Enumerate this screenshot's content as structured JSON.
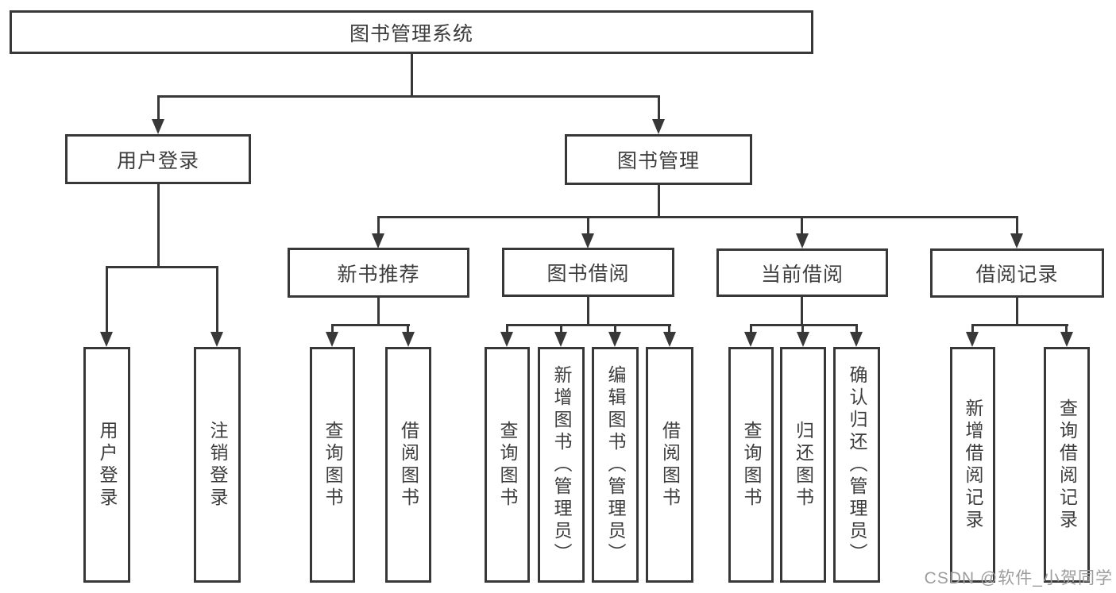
{
  "tree": {
    "root": {
      "label": "图书管理系统"
    },
    "level2": [
      {
        "label": "用户登录",
        "children": [
          {
            "label": "用户登录"
          },
          {
            "label": "注销登录"
          }
        ]
      },
      {
        "label": "图书管理",
        "children": [
          {
            "label": "新书推荐",
            "children": [
              {
                "label": "查询图书"
              },
              {
                "label": "借阅图书"
              }
            ]
          },
          {
            "label": "图书借阅",
            "children": [
              {
                "label": "查询图书"
              },
              {
                "label": "新增图书（管理员）"
              },
              {
                "label": "编辑图书（管理员）"
              },
              {
                "label": "借阅图书"
              }
            ]
          },
          {
            "label": "当前借阅",
            "children": [
              {
                "label": "查询图书"
              },
              {
                "label": "归还图书"
              },
              {
                "label": "确认归还（管理员）"
              }
            ]
          },
          {
            "label": "借阅记录",
            "children": [
              {
                "label": "新增借阅记录"
              },
              {
                "label": "查询借阅记录"
              }
            ]
          }
        ]
      }
    ]
  },
  "watermark": {
    "text": "CSDN @软件_小贺同学"
  },
  "colors": {
    "line": "#383838",
    "text": "#3d3d3d",
    "watermark": "#9d9d9d",
    "background": "#ffffff"
  }
}
